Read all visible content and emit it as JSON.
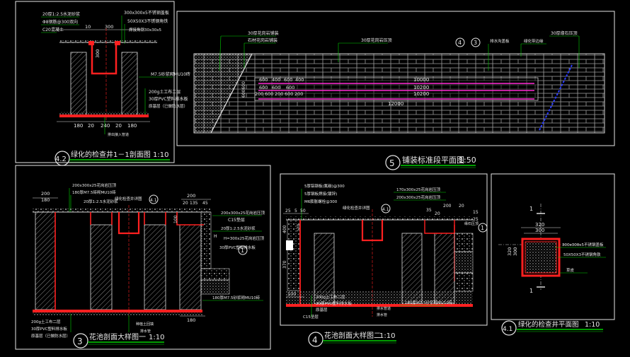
{
  "panels": {
    "p42": {
      "num": "4.2",
      "title": "绿化的检查井1－1剖面图",
      "scale": "1:10",
      "notes": [
        "20厚1:2.5水泥砂浆",
        "Φ8钢筋@300双向",
        "C20混凝土"
      ],
      "dims_top": [
        "10",
        "300"
      ],
      "note_cover": "300x300x5不锈钢盖板",
      "note_angle": "50X50X3不锈钢角铁",
      "note_frame": "焊接角钢30x30x5",
      "note_wall": "M7.5砂浆砌MU10砖",
      "note_soil": "200g土工布二层",
      "note_pipe": "30厚PVC塑料排水板",
      "note_base": "原基层（已做防水层）",
      "dims_bottom": [
        "180",
        "20",
        "240",
        "20",
        "180"
      ],
      "dim_300": "300",
      "note_drain": "排出接入管道"
    },
    "p5": {
      "num": "5",
      "title": "铺装标准段平面图",
      "scale": "1:50",
      "note_a": "30厚花岗岩铺装",
      "note_b": "石材花岗岩铺装",
      "note_c": "30厚花岗岩压顶",
      "note_d": "30厚缘石压顶",
      "note_e": "排水沟盖板",
      "note_f": "绿化带边缘",
      "callouts": [
        "4",
        "3"
      ],
      "dim_rows": [
        [
          "600",
          "400",
          "600",
          "400"
        ],
        [
          "600",
          "600",
          "600"
        ],
        [
          "200",
          "600",
          "200",
          "600",
          "200"
        ]
      ],
      "dim_left": "600600",
      "dim_10000": "10000",
      "dim_10200a": "10200",
      "dim_10200b": "10200",
      "dim_12000": "12000"
    },
    "p3": {
      "num": "3",
      "title": "花池剖面大样图一",
      "scale": "1:10",
      "dims_top_left": [
        "200",
        "180"
      ],
      "note_top1": "200x300x25花岗岩压顶",
      "note_top2": "180厚M7.5砖砌MU10砖",
      "note_top3": "20厚1:2.5水泥砂浆",
      "note_center": "绿化检查井详图",
      "callout_41": "4.1",
      "dims_top_right": [
        "200",
        "20",
        "135",
        "45"
      ],
      "dim_right_vert": "100",
      "note_r1": "200x300x25花岗岩压顶",
      "note_r2": "C15垫层",
      "note_r3": "20厚1:2.5水泥砂浆",
      "note_r4": "H=300x25花岗岩压顶",
      "note_r5": "30厚PVC塑料排水板",
      "callout_1": "1",
      "note_h": "H",
      "note_wall": "180厚M7.5砂浆砌MU10砖",
      "note_bl1": "200g土工布二层",
      "note_bl2": "30厚PVC塑料排水板",
      "note_bl3": "原基层（已做防水层）",
      "note_bottom": "种植土回填",
      "note_bottom2": "排水管",
      "dim_bottom": "180"
    },
    "p4": {
      "num": "4",
      "title": "花池剖面大样图二",
      "scale": "1:10",
      "notes_left": [
        "5厚铝钢板(氟碳)@300",
        "5厚钢板焊接(镀锌)",
        "M6膨胀螺栓@300"
      ],
      "dims_left_top": [
        "25",
        "5",
        "50"
      ],
      "dim_120": "120",
      "dim_370": "370",
      "dim_400": "400",
      "dim_100": "100",
      "note_center": "绿化检查井详图",
      "callout_41": "4.1",
      "note_r1": "170x300x25花岗岩压顶",
      "note_r2": "200x300x25花岗岩压顶",
      "dims_right": [
        "200",
        "20",
        "20",
        "35",
        "15",
        "25"
      ],
      "note_curb": "缘石压顶",
      "callout_1": "1",
      "note_b1": "200g土工布二层",
      "note_b2": "30厚PVC塑料排水板",
      "note_b3": "原基层",
      "note_c15": "C15垫层",
      "note_wall": "180厚M7.5砂浆砌MU10砖",
      "note_mid1": "排水管道",
      "note_mid2": "排水管"
    },
    "p41": {
      "num": "4.1",
      "title": "绿化的检查井平面图",
      "scale": "1:10",
      "dim_top1": "320",
      "dim_top2": "300",
      "dim_left1": "320",
      "dim_left2": "300",
      "sect_top": "1",
      "sect_bottom": "1",
      "note1": "300x300x5不锈钢盖板",
      "note2": "50X50X3不锈钢角铁",
      "note3": "草皮"
    }
  }
}
